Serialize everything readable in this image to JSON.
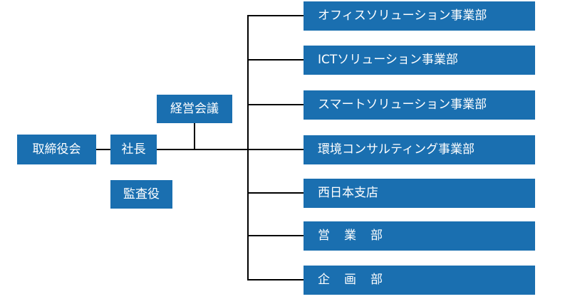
{
  "org": {
    "board": "取締役会",
    "president": "社長",
    "management_meeting": "経営会議",
    "auditor": "監査役",
    "departments": [
      "オフィスソリューション事業部",
      "ICTソリューション事業部",
      "スマートソリューション事業部",
      "環境コンサルティング事業部",
      "西日本支店",
      "営業部",
      "企画部"
    ]
  },
  "colors": {
    "box": "#1a6fb0",
    "line": "#000000",
    "text": "#ffffff"
  }
}
